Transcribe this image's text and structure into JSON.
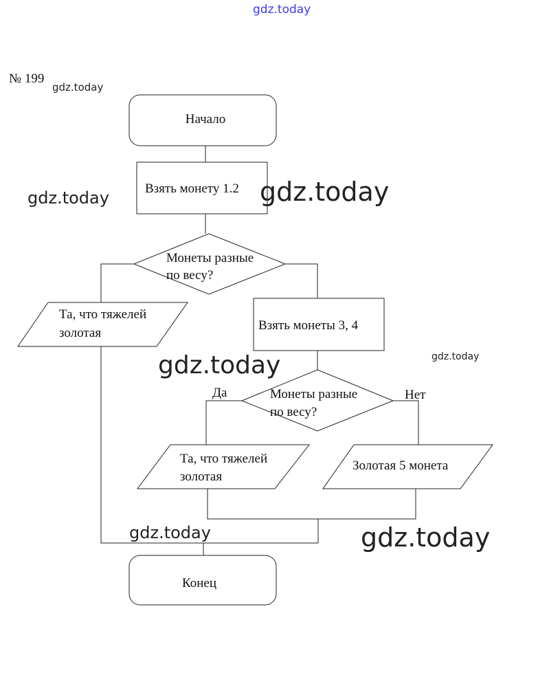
{
  "problem_number": "№ 199",
  "watermark": "gdz.today",
  "colors": {
    "watermark_top": "#3a3af0",
    "line": "#222222"
  },
  "flowchart": {
    "start": "Начало",
    "step1": "Взять монету 1.2",
    "decision1": {
      "line1": "Монеты разные",
      "line2": "по весу?"
    },
    "output1": {
      "line1": "Та, что тяжелей",
      "line2": "золотая"
    },
    "step2": "Взять монеты 3, 4",
    "decision2": {
      "line1": "Монеты разные",
      "line2": "по весу?",
      "yes": "Да",
      "no": "Нет"
    },
    "output2": {
      "line1": "Та, что тяжелей",
      "line2": "золотая"
    },
    "output3": "Золотая 5 монета",
    "end": "Конец"
  }
}
